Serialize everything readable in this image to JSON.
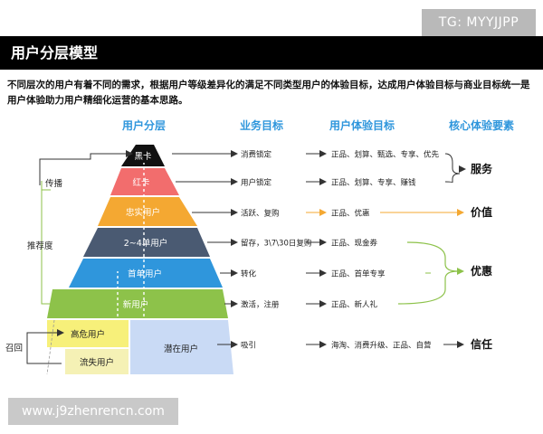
{
  "watermark_top": "TG: MYYJJPP",
  "header": {
    "title": "用户分层模型"
  },
  "intro": "不同层次的用户有着不同的需求，根据用户等级差异化的满足不同类型用户的体验目标，达成用户体验目标与商业目标统一是用户体验助力用户精细化运营的基本思路。",
  "columns": {
    "layers": "用户分层",
    "business": "业务目标",
    "experience": "用户体验目标",
    "core": "核心体验要素"
  },
  "left_labels": {
    "spread": "传播",
    "recommend": "推荐度",
    "recall": "召回"
  },
  "layers": [
    {
      "label": "黑卡",
      "color": "#111111",
      "business": "消费锁定",
      "experience": "正品、划算、甄选、专享、优先"
    },
    {
      "label": "红卡",
      "color": "#f26d6d",
      "business": "用户锁定",
      "experience": "正品、划算、专享、赚钱"
    },
    {
      "label": "忠实用户",
      "color": "#f4a832",
      "business": "活跃、复购",
      "experience": "正品、优惠"
    },
    {
      "label": "2~4单用户",
      "color": "#4a5a72",
      "business": "留存，3\\7\\30日复购",
      "experience": "正品、现金券"
    },
    {
      "label": "首单用户",
      "color": "#2f96dc",
      "business": "转化",
      "experience": "正品、首单专享"
    },
    {
      "label": "新用户",
      "color": "#8dc24a",
      "business": "激活，注册",
      "experience": "正品、新人礼"
    }
  ],
  "bottom": {
    "high_risk": "高危用户",
    "churned": "流失用户",
    "potential": "潜在用户",
    "business": "吸引",
    "experience": "海淘、消费升级、正品、自营",
    "colors": {
      "high_risk": "#f7f07a",
      "churned": "#f5f1b5",
      "potential": "#c9daf5"
    }
  },
  "core_elements": [
    {
      "label": "服务",
      "color": "#111111"
    },
    {
      "label": "价值",
      "color": "#111111"
    },
    {
      "label": "优惠",
      "color": "#111111"
    },
    {
      "label": "信任",
      "color": "#111111"
    }
  ],
  "colors": {
    "layers_heading": "#2f96dc",
    "business_heading": "#2f96dc",
    "experience_heading": "#2f96dc",
    "core_heading": "#2f96dc",
    "arrow_dark": "#333333",
    "arrow_gold": "#f4a832",
    "bracket_green": "#8dc24a"
  },
  "watermark_bottom": "www.j9zhenrencn.com"
}
